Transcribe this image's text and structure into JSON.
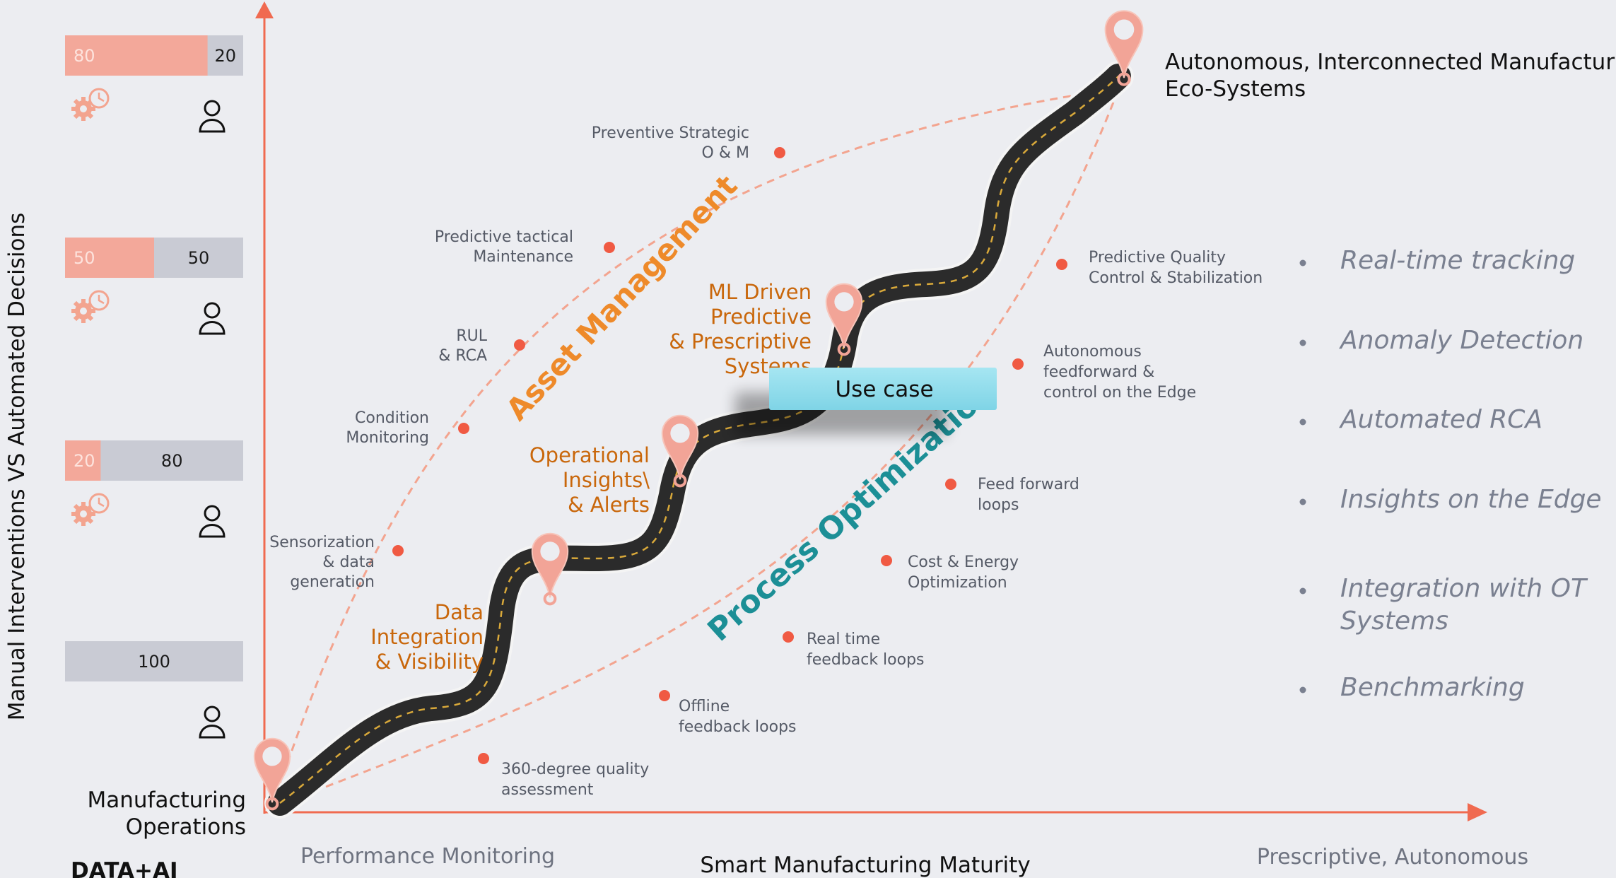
{
  "axes": {
    "y_label": "Manual Interventions VS Automated Decisions",
    "x_label": "Smart Manufacturing Maturity",
    "x_start_label": "Performance Monitoring",
    "x_end_label": "Prescriptive, Autonomous"
  },
  "endpoints": {
    "start": [
      "Manufacturing",
      "Operations"
    ],
    "end": [
      "Autonomous, Interconnected Manufacturing",
      "Eco-Systems"
    ]
  },
  "split_bars": [
    {
      "automated": "80",
      "manual": "20",
      "automated_fraction": 0.8
    },
    {
      "automated": "50",
      "manual": "50",
      "automated_fraction": 0.5
    },
    {
      "automated": "20",
      "manual": "80",
      "automated_fraction": 0.2
    },
    {
      "automated": "",
      "manual": "100",
      "automated_fraction": 0.0
    }
  ],
  "tracks": {
    "asset_management": {
      "title": "Asset Management",
      "color": "#ee8a2a",
      "milestones": [
        [
          "Sensorization",
          "& data",
          "generation"
        ],
        [
          "Condition",
          "Monitoring"
        ],
        [
          "RUL",
          "& RCA"
        ],
        [
          "Predictive tactical",
          "Maintenance"
        ],
        [
          "Preventive Strategic",
          "O & M"
        ]
      ]
    },
    "process_optimization": {
      "title": "Process Optimization",
      "color": "#1c8f96",
      "milestones": [
        [
          "360-degree quality",
          "assessment"
        ],
        [
          "Offline",
          "feedback loops"
        ],
        [
          "Real time",
          "feedback loops"
        ],
        [
          "Cost & Energy",
          "Optimization"
        ],
        [
          "Feed forward",
          "loops"
        ],
        [
          "Autonomous",
          "feedforward &",
          "control on the Edge"
        ],
        [
          "Predictive Quality",
          "Control & Stabilization"
        ]
      ]
    }
  },
  "stages": [
    [
      "Data",
      "Integration",
      "& Visibility"
    ],
    [
      "Operational",
      "Insights\\",
      "& Alerts"
    ],
    [
      "ML Driven",
      "Predictive",
      "& Prescriptive",
      "Systems"
    ]
  ],
  "use_case": {
    "label": "Use case"
  },
  "use_case_list": [
    [
      "Real-time tracking"
    ],
    [
      "Anomaly Detection"
    ],
    [
      "Automated RCA"
    ],
    [
      "Insights on the Edge"
    ],
    [
      "Integration with OT",
      "Systems"
    ],
    [
      "Benchmarking"
    ]
  ],
  "logo": {
    "text": "DATA+AI"
  },
  "colors": {
    "axis": "#f06a50",
    "milestone_dot": "#f05a43",
    "dashed_curve": "#f3a48f",
    "road": "#2b2b2b",
    "pin": "#f2a497",
    "use_case_box": "#8ddcec"
  },
  "icons": {
    "automation": "gear-clock-icon",
    "human": "person-icon",
    "location": "location-pin-icon"
  }
}
